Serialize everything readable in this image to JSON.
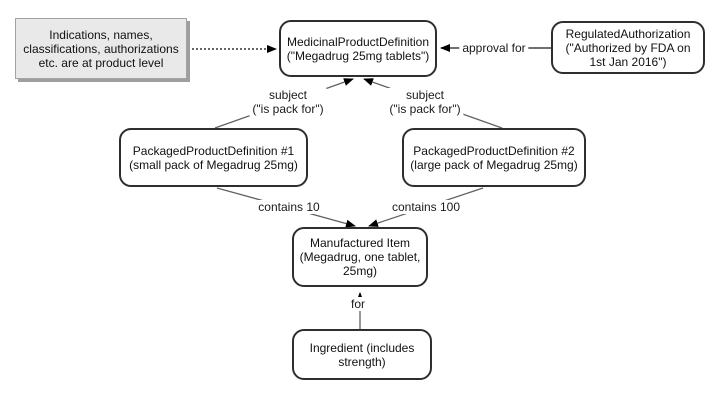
{
  "diagram": {
    "note": {
      "text": "Indications, names,\nclassifications, authorizations\netc. are at product level"
    },
    "nodes": [
      {
        "id": "medicinal-product-definition",
        "text": "MedicinalProductDefinition\n(\"Megadrug 25mg tablets\")"
      },
      {
        "id": "regulated-authorization",
        "text": "RegulatedAuthorization\n(\"Authorized by FDA on\n1st Jan 2016\")"
      },
      {
        "id": "packaged-product-definition-1",
        "text": "PackagedProductDefinition #1\n(small pack of Megadrug 25mg)"
      },
      {
        "id": "packaged-product-definition-2",
        "text": "PackagedProductDefinition #2\n(large pack of Megadrug 25mg)"
      },
      {
        "id": "manufactured-item",
        "text": "Manufactured Item\n(Megadrug, one tablet,\n25mg)"
      },
      {
        "id": "ingredient",
        "text": "Ingredient (includes\nstrength)"
      }
    ],
    "edge_labels": [
      {
        "id": "approval",
        "text": "approval for"
      },
      {
        "id": "subject-left",
        "text": "subject\n(\"is pack for\")"
      },
      {
        "id": "subject-right",
        "text": "subject\n(\"is pack for\")"
      },
      {
        "id": "contains-10",
        "text": "contains 10"
      },
      {
        "id": "contains-100",
        "text": "contains 100"
      },
      {
        "id": "for",
        "text": "for"
      }
    ],
    "colors": {
      "node_border": "#2e2e2e",
      "note_fill": "#e9e9e9",
      "edge_line": "#616161",
      "arrowhead": "#000000"
    }
  }
}
